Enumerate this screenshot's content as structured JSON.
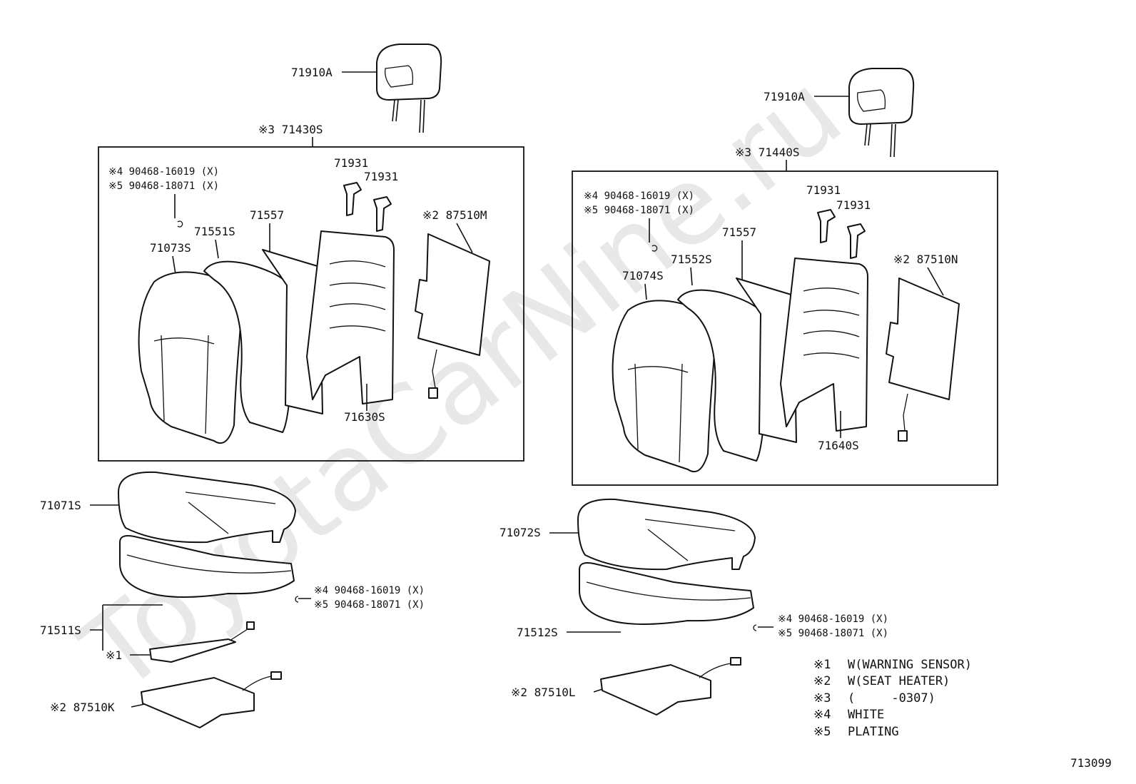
{
  "watermark": "ToyotaCarNine.ru",
  "diagram_code": "713099",
  "left": {
    "headrest": "71910A",
    "assy": "※3 71430S",
    "clip1": "※4 90468-16019 (X)",
    "clip2": "※5 90468-18071 (X)",
    "support_a": "71931",
    "support_b": "71931",
    "pad": "71557",
    "heater": "※2 87510M",
    "back_pad": "71551S",
    "back_cover": "71073S",
    "frame": "71630S",
    "cushion_cover": "71071S",
    "cushion_clip1": "※4 90468-16019 (X)",
    "cushion_clip2": "※5 90468-18071 (X)",
    "cushion_assy": "71511S",
    "sensor": "※1",
    "cushion_heater": "※2 87510K"
  },
  "right": {
    "headrest": "71910A",
    "assy": "※3 71440S",
    "clip1": "※4 90468-16019 (X)",
    "clip2": "※5 90468-18071 (X)",
    "support_a": "71931",
    "support_b": "71931",
    "pad": "71557",
    "heater": "※2 87510N",
    "back_pad": "71552S",
    "back_cover": "71074S",
    "frame": "71640S",
    "cushion_cover": "71072S",
    "cushion_assy": "71512S",
    "cushion_clip1": "※4 90468-16019 (X)",
    "cushion_clip2": "※5 90468-18071 (X)",
    "cushion_heater": "※2 87510L"
  },
  "legend": [
    {
      "key": "※1",
      "text": "W(WARNING SENSOR)"
    },
    {
      "key": "※2",
      "text": "W(SEAT HEATER)"
    },
    {
      "key": "※3",
      "text": "(     -0307)"
    },
    {
      "key": "※4",
      "text": "WHITE"
    },
    {
      "key": "※5",
      "text": "PLATING"
    }
  ]
}
